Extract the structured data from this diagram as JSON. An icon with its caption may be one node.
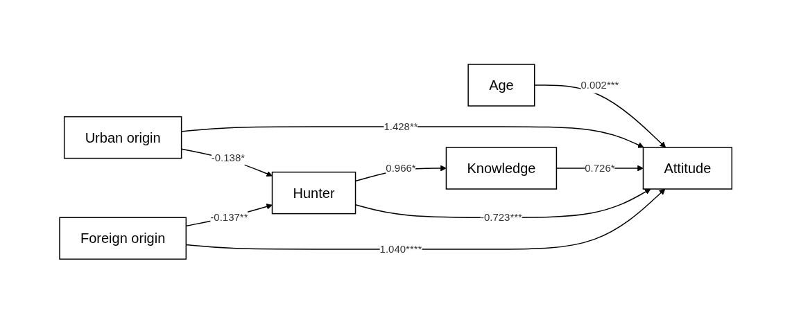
{
  "diagram": {
    "nodes": [
      {
        "text": [
          "Age"
        ]
      },
      {
        "text": [
          "Urban origin"
        ]
      },
      {
        "text": [
          "Foreign origin"
        ]
      },
      {
        "text": [
          "Hunter"
        ]
      },
      {
        "text": [
          "Knowledge"
        ]
      },
      {
        "text": [
          "Attitude"
        ]
      }
    ],
    "edges": [
      {
        "from": 0,
        "to": 5,
        "label": "0.002***",
        "arrow": "to"
      },
      {
        "from": 1,
        "to": 5,
        "label": "1.428**",
        "arrow": "to"
      },
      {
        "from": 1,
        "to": 3,
        "label": "-0.138*",
        "arrow": "to"
      },
      {
        "from": 2,
        "to": 3,
        "label": "-0.137**",
        "arrow": "to"
      },
      {
        "from": 3,
        "to": 4,
        "label": "0.966*",
        "arrow": "to"
      },
      {
        "from": 4,
        "to": 5,
        "label": "0.726*",
        "arrow": "to"
      },
      {
        "from": 3,
        "to": 5,
        "label": "-0.723***",
        "arrow": "to"
      },
      {
        "from": 2,
        "to": 5,
        "label": "1.040****",
        "arrow": "to"
      }
    ]
  }
}
